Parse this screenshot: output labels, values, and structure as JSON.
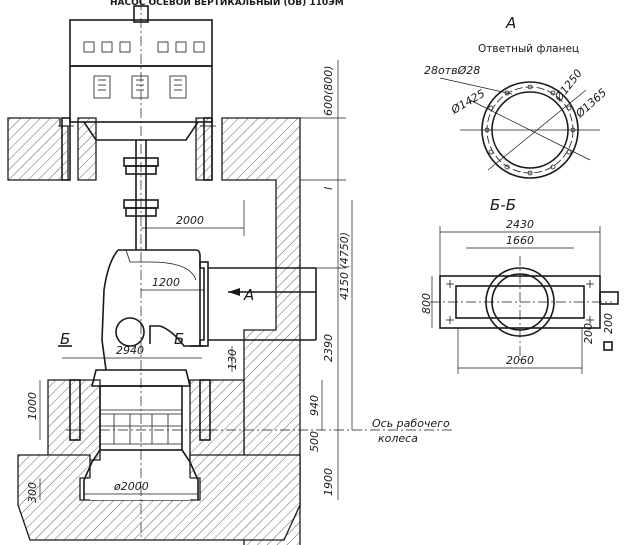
{
  "header": "НАСОС ОСЕВОЙ ВЕРТИКАЛЬНЫЙ (ОВ) 110ЭМ",
  "view_a": {
    "title": "А",
    "caption": "Ответный фланец",
    "holes": "28отвØ28",
    "d1": "Ø1250",
    "d2": "Ø1425",
    "d3": "Ø1365"
  },
  "view_bb": {
    "title": "Б-Б",
    "w_top": "2430",
    "w_inner": "1660",
    "w_bottom": "2060",
    "h_left": "800",
    "h_right": "200",
    "h_right2": "200"
  },
  "main": {
    "d_2000_top": "2000",
    "d_1200": "1200",
    "d_2940": "2940",
    "d_600_800": "600(800)",
    "d_l": "l",
    "d_4150": "4150 (4750)",
    "d_2390": "2390",
    "d_940": "940",
    "d_500": "500",
    "d_1900": "1900",
    "d_1000": "1000",
    "d_130": "130",
    "d_300": "300",
    "d_phi2000": "ø2000",
    "arrow_a": "А",
    "sec_b1": "Б",
    "sec_b2": "Б",
    "axis_label_1": "Ось рабочего",
    "axis_label_2": "колеса"
  }
}
